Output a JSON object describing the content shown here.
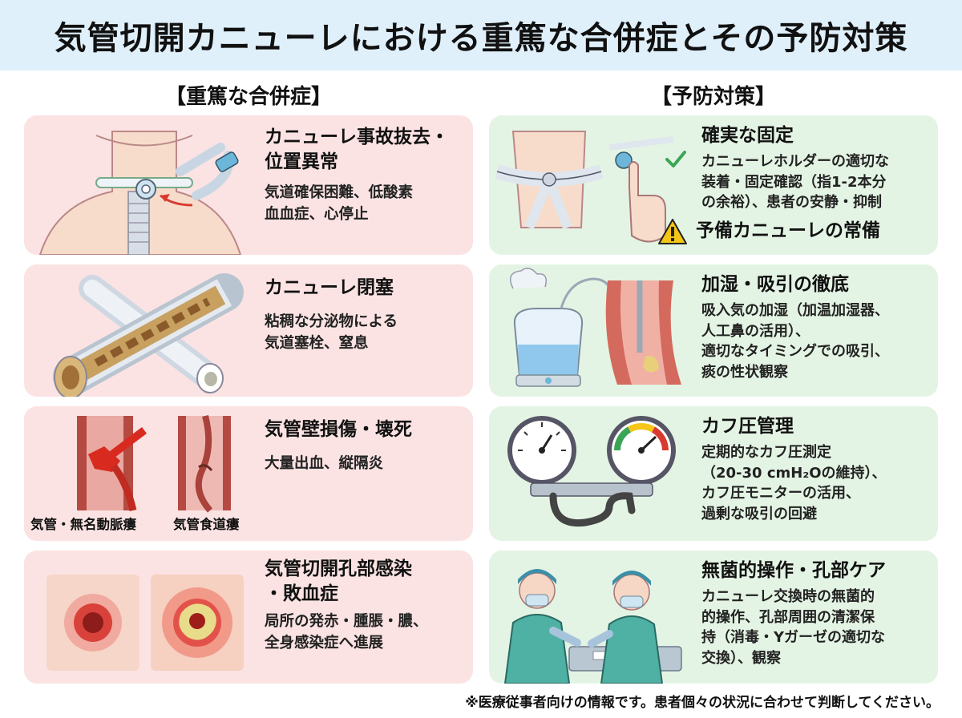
{
  "title": "気管切開カニューレにおける重篤な合併症とその予防対策",
  "left_header": "【重篤な合併症】",
  "right_header": "【予防対策】",
  "complications": [
    {
      "heading_lines": [
        "カニューレ事故抜去・",
        "位置異常"
      ],
      "body_lines": [
        "気道確保困難、低酸素",
        "血血症、心停止"
      ]
    },
    {
      "heading_lines": [
        "カニューレ閉塞"
      ],
      "body_lines": [
        "粘稠な分泌物による",
        "気道塞栓、窒息"
      ]
    },
    {
      "heading_lines": [
        "気管壁損傷・壊死"
      ],
      "body_lines": [
        "大量出血、縦隔炎"
      ],
      "sublabels": [
        "気管・無名動脈瘻",
        "気管食道瘻"
      ]
    },
    {
      "heading_lines": [
        "気管切開孔部感染",
        "・敗血症"
      ],
      "body_lines": [
        "局所の発赤・腫脹・膿、",
        "全身感染症へ進展"
      ]
    }
  ],
  "prevention": [
    {
      "heading_lines": [
        "確実な固定"
      ],
      "body_lines": [
        "カニューレホルダーの適切な",
        "装着・固定確認（指1-2本分",
        "の余裕）、患者の安静・抑制"
      ],
      "warning": "予備カニューレの常備"
    },
    {
      "heading_lines": [
        "加湿・吸引の徹底"
      ],
      "body_lines": [
        "吸入気の加湿（加温加湿器、",
        "人工鼻の活用）、",
        "適切なタイミングでの吸引、",
        "痰の性状観察"
      ]
    },
    {
      "heading_lines": [
        "カフ圧管理"
      ],
      "body_lines": [
        "定期的なカフ圧測定",
        "（20-30 cmH₂Oの維持）、",
        "カフ圧モニターの活用、",
        "過剰な吸引の回避"
      ]
    },
    {
      "heading_lines": [
        "無菌的操作・孔部ケア"
      ],
      "body_lines": [
        "カニューレ交換時の無菌的",
        "的操作、孔部周囲の清潔保",
        "持（消毒・Yガーゼの適切な",
        "交換）、観察"
      ]
    }
  ],
  "footer": "※医療従事者向けの情報です。患者個々の状況に合わせて判断してください。",
  "colors": {
    "title_bg": "#dff0fb",
    "complication_bg": "#fbe3e3",
    "prevention_bg": "#e4f4e4",
    "accent_red": "#d93a30",
    "accent_green": "#3aa655"
  }
}
